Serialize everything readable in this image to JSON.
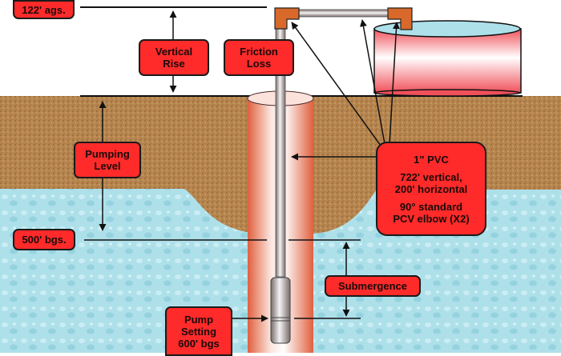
{
  "diagram": {
    "title": "Well pump total dynamic head diagram",
    "colors": {
      "label_fill": "#ff2a2a",
      "soil": "#b7864f",
      "water": "#aee0ea",
      "casing": "#e8765a",
      "fitting": "#d9692a",
      "tank_side": "#f25a60"
    },
    "labels": {
      "above_ground": "122' ags.",
      "vertical_rise": [
        "Vertical",
        "Rise"
      ],
      "friction_loss": [
        "Friction",
        "Loss"
      ],
      "pumping_level": [
        "Pumping",
        "Level"
      ],
      "water_level": "500' bgs.",
      "submergence": "Submergence",
      "pump_setting": [
        "Pump",
        "Setting",
        "600' bgs"
      ],
      "pipe_spec": {
        "title": "1\" PVC",
        "lengths": [
          "722' vertical,",
          "200' horizontal"
        ],
        "fittings": [
          "90° standard",
          "PCV elbow (X2)"
        ]
      }
    }
  }
}
